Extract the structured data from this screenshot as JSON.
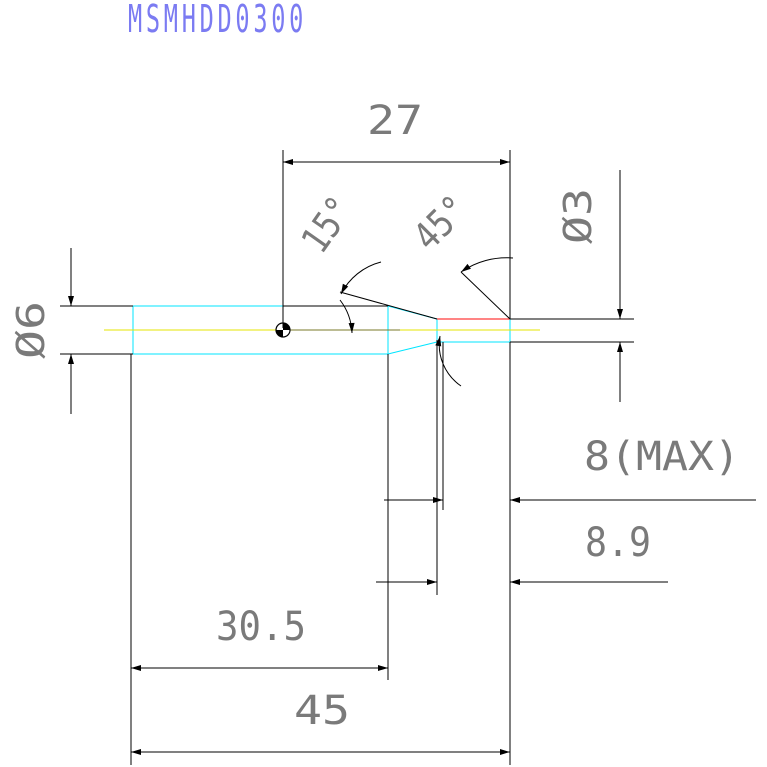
{
  "title": "MSMHDD0300",
  "dimensions": {
    "top_length": "27",
    "angle_small": "15°",
    "angle_large": "45°",
    "dia_small": "Ø3",
    "dia_large": "Ø6",
    "max_len": "8(MAX)",
    "len_89": "8.9",
    "len_305": "30.5",
    "len_45": "45"
  },
  "colors": {
    "title": "#7b7bf2",
    "outline": "#00e5ff",
    "centerline": "#e6e600",
    "tip": "#ff3b3b",
    "dimension": "#000000",
    "dim_text": "#7a7a7a"
  }
}
